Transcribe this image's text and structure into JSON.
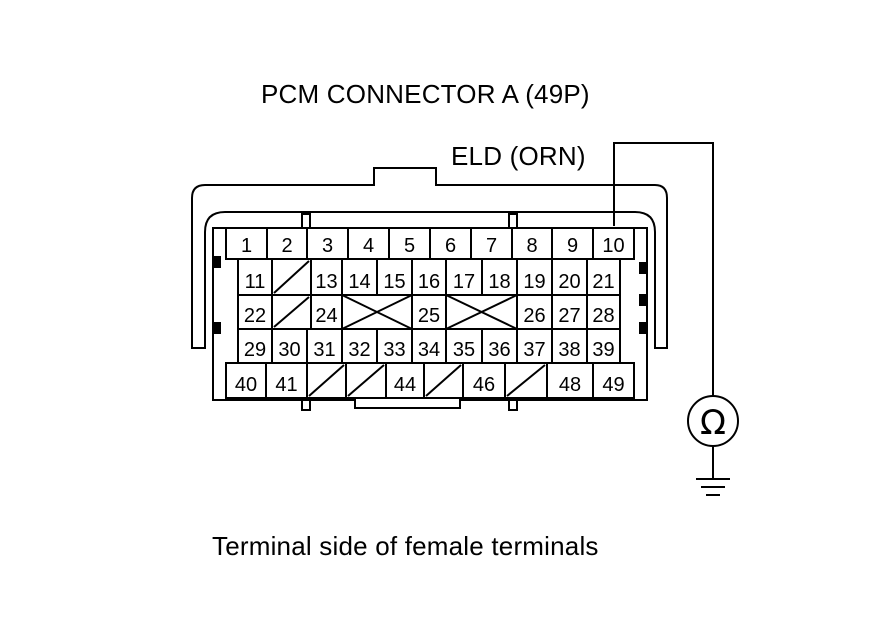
{
  "title": "PCM CONNECTOR A (49P)",
  "wire_label": "ELD (ORN)",
  "caption": "Terminal side of female terminals",
  "meter_symbol": "Ω",
  "rows": [
    [
      "1",
      "2",
      "3",
      "4",
      "5",
      "6",
      "7",
      "8",
      "9",
      "10"
    ],
    [
      "11",
      "",
      "13",
      "14",
      "15",
      "16",
      "17",
      "18",
      "19",
      "20",
      "21"
    ],
    [
      "22",
      "",
      "24",
      "",
      "25",
      "",
      "26",
      "27",
      "28"
    ],
    [
      "29",
      "30",
      "31",
      "32",
      "33",
      "34",
      "35",
      "36",
      "37",
      "38",
      "39"
    ],
    [
      "40",
      "41",
      "",
      "",
      "44",
      "",
      "46",
      "",
      "48",
      "49"
    ]
  ]
}
